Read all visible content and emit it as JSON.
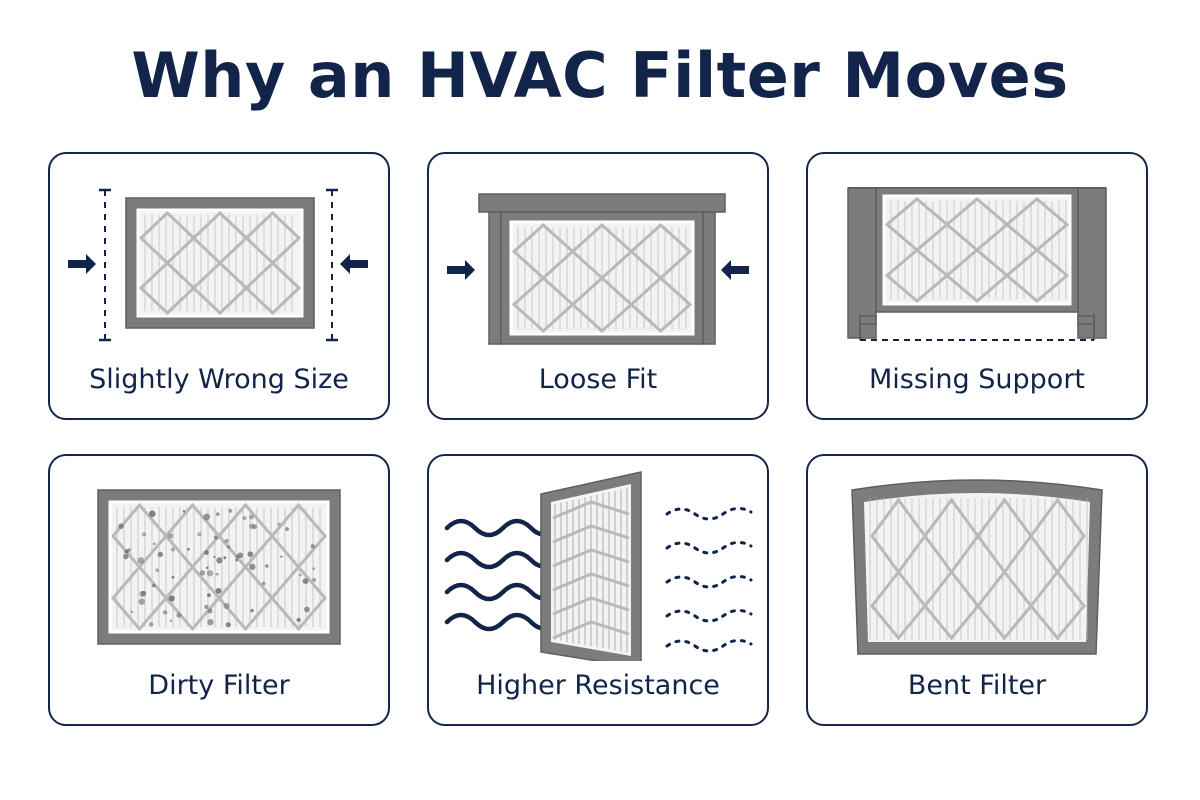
{
  "title": "Why an HVAC Filter Moves",
  "colors": {
    "navy": "#13244a",
    "frame": "#7c7c7c",
    "frame_dark": "#5e5e5e",
    "media": "#f3f3f3",
    "pleat": "#b9b9b9",
    "dust": "#777777"
  },
  "cards": [
    {
      "label": "Slightly Wrong Size",
      "icon": "undersized-filter-icon"
    },
    {
      "label": "Loose Fit",
      "icon": "loose-fit-filter-icon"
    },
    {
      "label": "Missing Support",
      "icon": "missing-support-filter-icon"
    },
    {
      "label": "Dirty Filter",
      "icon": "dirty-filter-icon"
    },
    {
      "label": "Higher Resistance",
      "icon": "airflow-resistance-icon"
    },
    {
      "label": "Bent Filter",
      "icon": "bent-filter-icon"
    }
  ]
}
